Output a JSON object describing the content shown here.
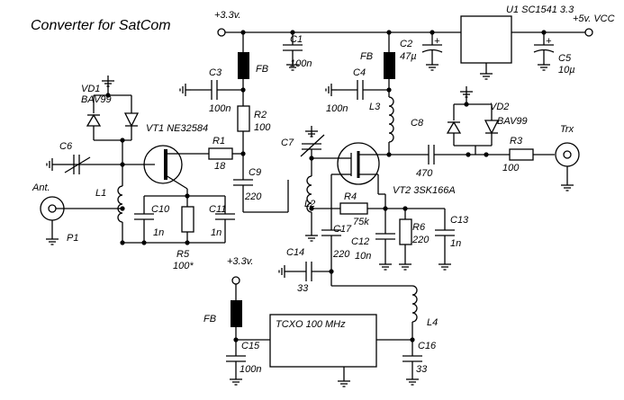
{
  "title": "Converter for SatCom",
  "labels": {
    "v33_top": "+3.3v.",
    "v33_bot": "+3.3v.",
    "vcc": "+5v. VCC",
    "u1": "U1 SC1541 3.3",
    "ant": "Ant.",
    "p1": "P1",
    "trx": "Trx",
    "c1": "C1",
    "c1v": "100n",
    "c2": "C2",
    "c2v": "47µ",
    "c3": "C3",
    "c3v": "100n",
    "c4": "C4",
    "c4v": "100n",
    "c5": "C5",
    "c5v": "10µ",
    "c6": "C6",
    "c7": "C7",
    "c8": "C8",
    "c8v": "470",
    "c9": "C9",
    "c9v": "220",
    "c10": "C10",
    "c10v": "1n",
    "c11": "C11",
    "c11v": "1n",
    "c12": "C12",
    "c12v": "10n",
    "c13": "C13",
    "c13v": "1n",
    "c14": "C14",
    "c14v": "33",
    "c15": "C15",
    "c15v": "100n",
    "c16": "C16",
    "c16v": "33",
    "c17": "C17",
    "c17v": "220",
    "r1": "R1",
    "r1v": "18",
    "r2": "R2",
    "r2v": "100",
    "r3": "R3",
    "r3v": "100",
    "r4": "R4",
    "r4v": "75k",
    "r5": "R5",
    "r5v": "100*",
    "r6": "R6",
    "r6v": "220",
    "l1": "L1",
    "l2": "L2",
    "l3": "L3",
    "l4": "L4",
    "fb1": "FB",
    "fb2": "FB",
    "fb3": "FB",
    "vd1": "VD1",
    "vd1v": "BAV99",
    "vd2": "VD2",
    "vd2v": "BAV99",
    "vt1": "VT1 NE32584",
    "vt2": "VT2 3SK166A",
    "tcxo": "TCXO 100 MHz",
    "plus": "+"
  }
}
